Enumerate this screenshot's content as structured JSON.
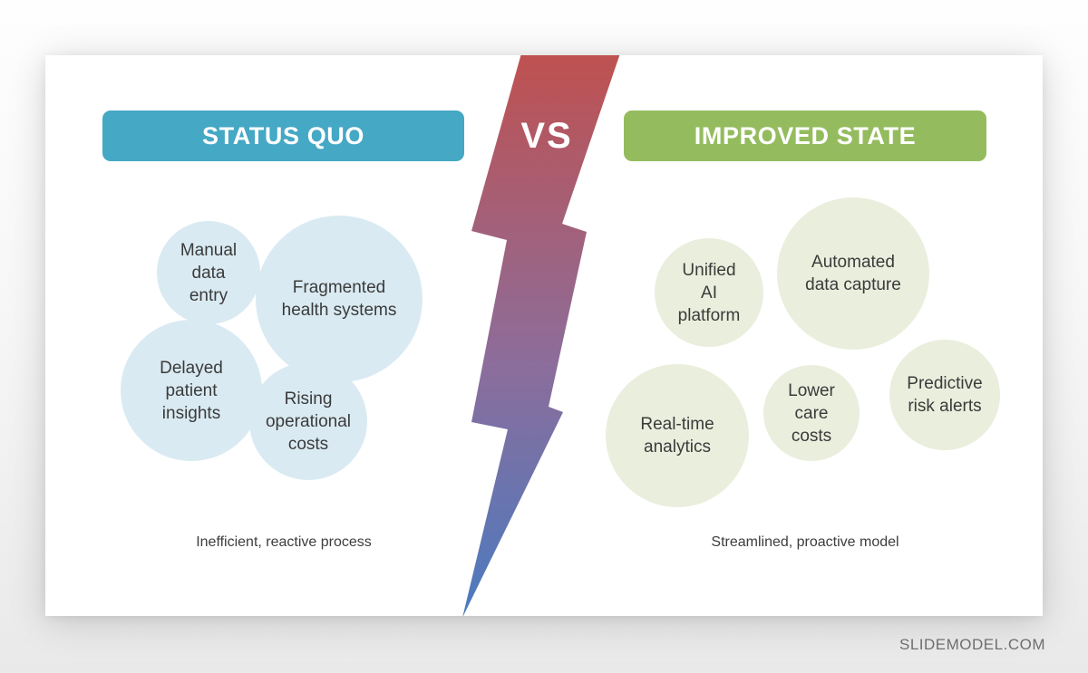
{
  "slide": {
    "left_panel": {
      "header": "STATUS QUO",
      "header_color": "#45a8c4",
      "bubble_color": "#d9eaf2",
      "bubbles": [
        {
          "text": "Manual\ndata\nentry"
        },
        {
          "text": "Fragmented\nhealth systems"
        },
        {
          "text": "Delayed\npatient\ninsights"
        },
        {
          "text": "Rising\noperational\ncosts"
        }
      ],
      "caption": "Inefficient, reactive process"
    },
    "divider": {
      "label": "VS",
      "gradient_top": "#bf5150",
      "gradient_mid": "#8c6d9b",
      "gradient_bottom": "#4a7bc0"
    },
    "right_panel": {
      "header": "IMPROVED STATE",
      "header_color": "#94bc5e",
      "bubble_color": "#eaeedd",
      "bubbles": [
        {
          "text": "Unified\nAI\nplatform"
        },
        {
          "text": "Automated\ndata capture"
        },
        {
          "text": "Real-time\nanalytics"
        },
        {
          "text": "Lower\ncare\ncosts"
        },
        {
          "text": "Predictive\nrisk alerts"
        }
      ],
      "caption": "Streamlined, proactive model"
    },
    "footer": {
      "brand": "SLIDEMODEL.COM"
    }
  }
}
